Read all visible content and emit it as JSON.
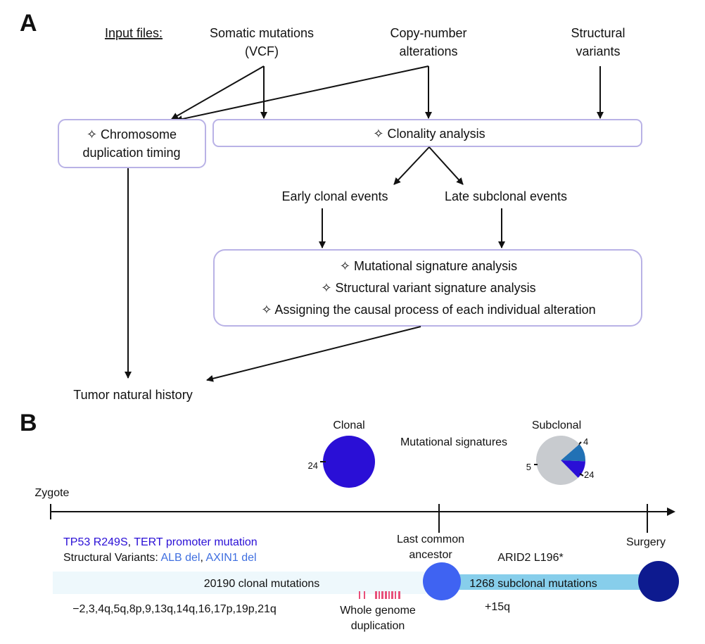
{
  "panel_a": {
    "label": "A",
    "input_files_label": "Input files:",
    "inputs": {
      "somatic": [
        "Somatic mutations",
        "(VCF)"
      ],
      "cna": [
        "Copy-number",
        "alterations"
      ],
      "sv": [
        "Structural",
        "variants"
      ]
    },
    "timing_box": [
      "✧ Chromosome",
      "duplication timing"
    ],
    "clonality_box": "✧ Clonality analysis",
    "early_events": "Early clonal events",
    "late_events": "Late subclonal events",
    "signature_box": [
      "✧ Mutational signature analysis",
      "✧ Structural variant signature analysis",
      "✧ Assigning the causal process of each individual alteration"
    ],
    "output": "Tumor natural history"
  },
  "panel_b": {
    "label": "B",
    "clonal_title": "Clonal",
    "subclonal_title": "Subclonal",
    "signatures_label": "Mutational signatures",
    "clonal_pie": [
      {
        "label": "24",
        "value": 100,
        "color": "#2a0fd6"
      }
    ],
    "subclonal_pie": [
      {
        "label": "4",
        "value": 12,
        "color": "#2171b5"
      },
      {
        "label": "24",
        "value": 12,
        "color": "#2a0fd6"
      },
      {
        "label": "5",
        "value": 76,
        "color": "#c8cbcf"
      }
    ],
    "zygote": "Zygote",
    "lca": [
      "Last common",
      "ancestor"
    ],
    "surgery": "Surgery",
    "drivers": {
      "tp53": "TP53 R249S",
      "sep": ", ",
      "tert": "TERT promoter mutation",
      "sv_prefix": "Structural Variants: ",
      "alb": "ALB del",
      "sep2": ", ",
      "axin1": "AXIN1 del"
    },
    "arid2": "ARID2 L196*",
    "clonal_mutations": "20190 clonal mutations",
    "subclonal_mutations": "1268 subclonal mutations",
    "cna_clonal": "−2,3,4q,5q,8p,9,13q,14q,16,17p,19p,21q",
    "wgd": [
      "Whole genome",
      "duplication"
    ],
    "cna_subclonal": "+15q",
    "colors": {
      "driver_dark": "#2a0fd6",
      "driver_light": "#3f6fe0",
      "arid2": "#c8c8c8",
      "wgd": "#e8507a",
      "lca_circle": "#3f63f2",
      "surgery_circle": "#0d1a8f",
      "subclonal_bar": "#87ceeb",
      "clonal_bar": "#eef8fc",
      "box_border": "#b9b2e6"
    }
  }
}
